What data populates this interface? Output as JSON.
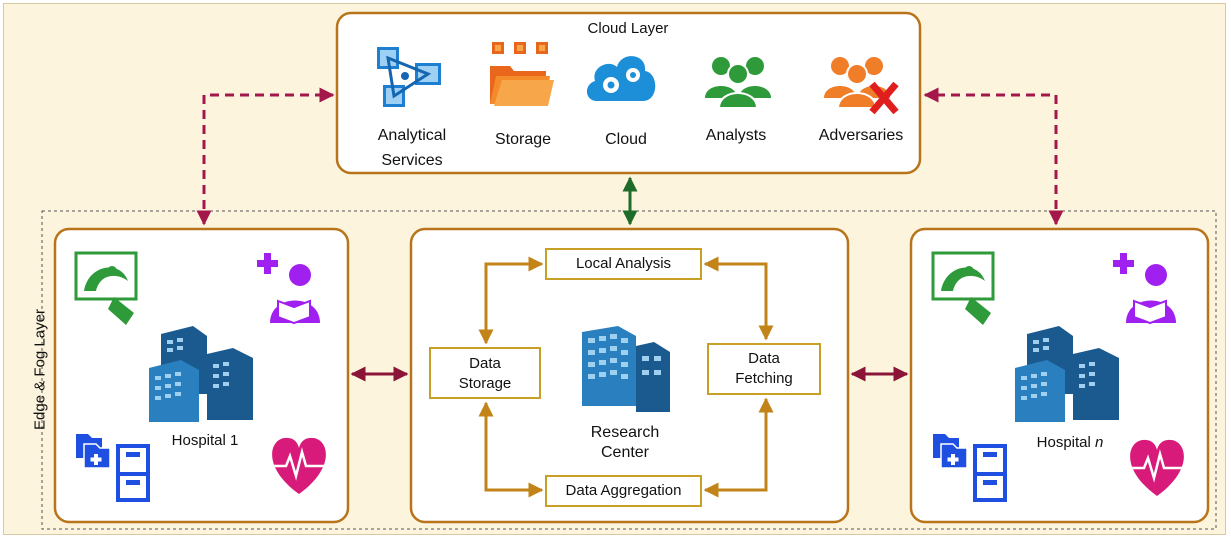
{
  "cloud_layer": {
    "title": "Cloud Layer",
    "items": [
      {
        "line1": "Analytical",
        "line2": "Services",
        "icon": "analytical-services-icon"
      },
      {
        "line1": "Storage",
        "icon": "storage-folders-icon"
      },
      {
        "line1": "Cloud",
        "icon": "cloud-gears-icon"
      },
      {
        "line1": "Analysts",
        "icon": "analysts-group-icon"
      },
      {
        "line1": "Adversaries",
        "icon": "adversaries-group-icon"
      }
    ]
  },
  "edge_fog_layer": {
    "label": "Edge & Fog Layer"
  },
  "hospital_1": {
    "name": "Hospital 1"
  },
  "hospital_n": {
    "name_prefix": "Hospital ",
    "name_suffix": "n"
  },
  "research_center": {
    "line1": "Research",
    "line2": "Center",
    "process": {
      "local_analysis": "Local Analysis",
      "data_storage_1": "Data",
      "data_storage_2": "Storage",
      "data_fetching_1": "Data",
      "data_fetching_2": "Fetching",
      "data_aggregation": "Data Aggregation"
    }
  },
  "colors": {
    "box_border": "#b8741a",
    "dashed_arrow": "#a3174b",
    "solid_arrow": "#8a1538",
    "cloud_link": "#1f6b2a",
    "cycle_arrow": "#c28418",
    "background": "#fdf4dd"
  }
}
